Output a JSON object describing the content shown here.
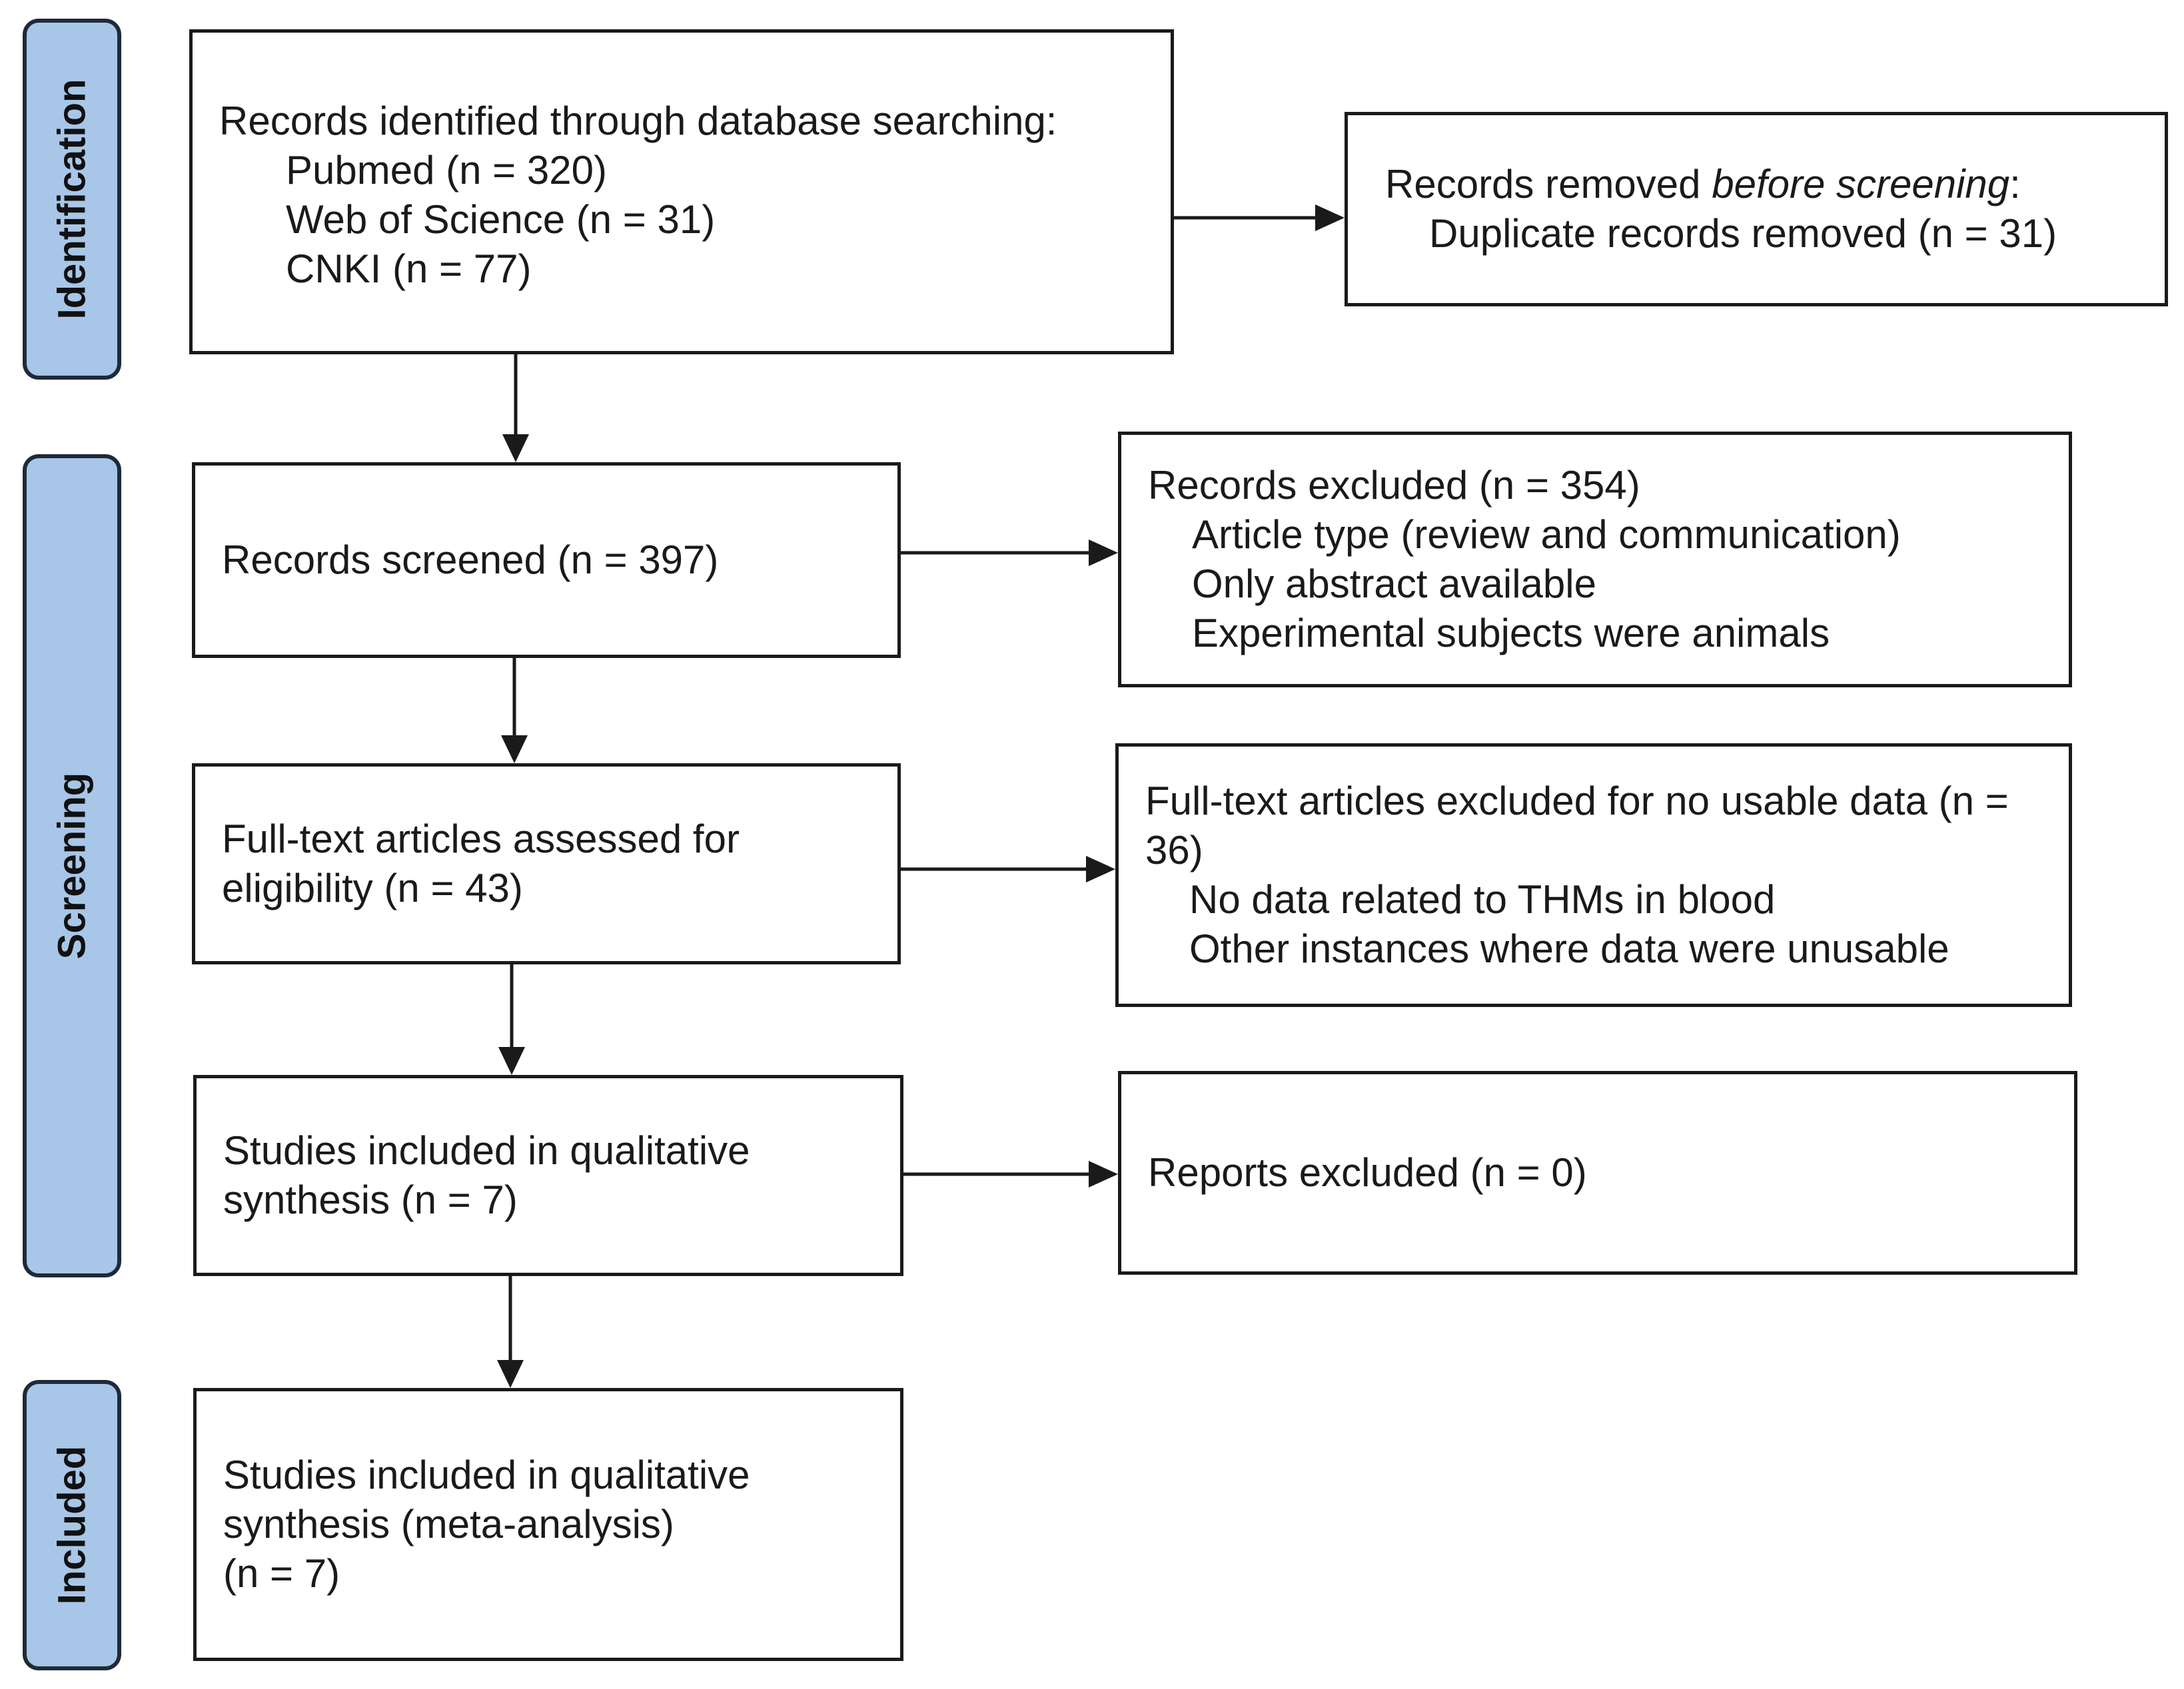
{
  "colors": {
    "phase_fill": "#a8c6e8",
    "phase_border": "#1f2a38",
    "line": "#1a1a1a"
  },
  "phases": {
    "identification": "Identification",
    "screening": "Screening",
    "included": "Included"
  },
  "identified": {
    "heading": "Records identified through database searching:",
    "sources": [
      "Pubmed (n = 320)",
      "Web of Science (n = 31)",
      "CNKI (n = 77)"
    ]
  },
  "removed": {
    "heading_pre": "Records removed ",
    "heading_em": "before screening",
    "heading_post": ":",
    "detail": "Duplicate records removed (n = 31)"
  },
  "screened": {
    "text": "Records screened (n = 397)"
  },
  "excluded": {
    "heading": "Records excluded (n = 354)",
    "reasons": [
      "Article type (review and communication)",
      "Only abstract available",
      "Experimental subjects were animals"
    ]
  },
  "fulltext": {
    "text": "Full-text articles assessed for eligibility (n = 43)"
  },
  "fulltext_excluded": {
    "heading": "Full-text articles excluded for no usable data (n = 36)",
    "reasons": [
      "No data related to THMs in blood",
      "Other instances where data were unusable"
    ]
  },
  "qualitative": {
    "text": "Studies included in qualitative synthesis (n = 7)"
  },
  "reports_excluded": {
    "text": "Reports excluded (n = 0)"
  },
  "meta": {
    "lines": [
      "Studies included in qualitative",
      "synthesis (meta-analysis)",
      "(n = 7)"
    ]
  }
}
